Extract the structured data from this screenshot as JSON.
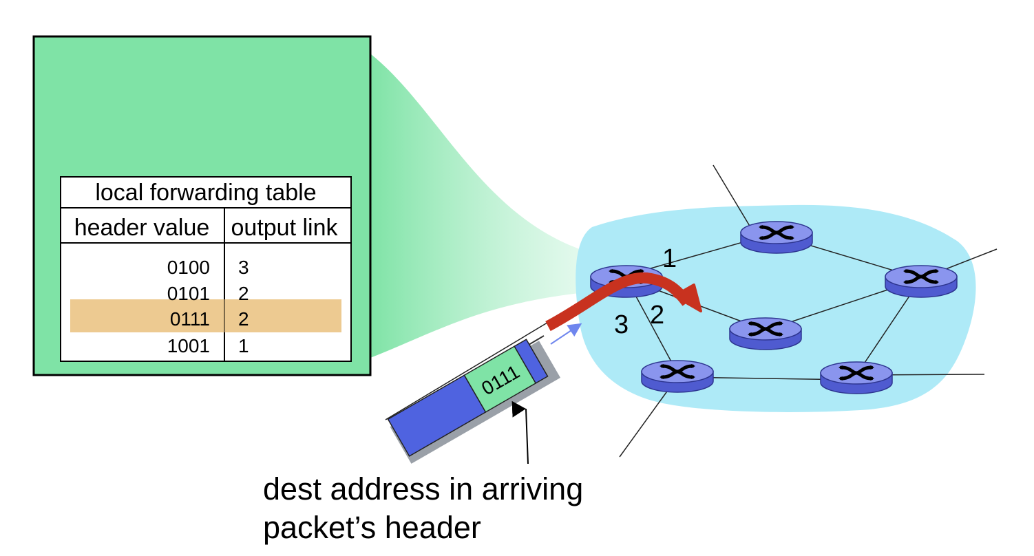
{
  "forwarding_table": {
    "title": "local forwarding table",
    "col_header": "header value",
    "col_output": "output link",
    "rows": [
      {
        "header": "0100",
        "output": "3"
      },
      {
        "header": "0101",
        "output": "2"
      },
      {
        "header": "0111",
        "output": "2",
        "highlighted": true
      },
      {
        "header": "1001",
        "output": "1"
      }
    ]
  },
  "link_labels": {
    "link1": "1",
    "link2": "2",
    "link3": "3"
  },
  "packet": {
    "header_value": "0111"
  },
  "caption": {
    "line1": "dest address in arriving",
    "line2": "packet’s header"
  },
  "colors": {
    "router_box": "#7fe3a6",
    "network_cloud": "#aeeaf7",
    "router": "#7b86e8",
    "router_dark": "#3f48b8",
    "highlight_row": "#ecc78b",
    "forwarding_arrow": "#c8321f",
    "packet_body": "#4f63e0",
    "packet_header": "#7fe3a6"
  }
}
